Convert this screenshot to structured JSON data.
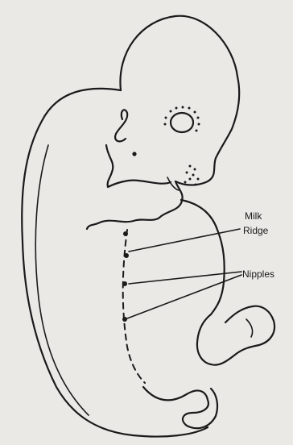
{
  "labels": {
    "milk_line1": "Milk",
    "milk_line2": "Ridge",
    "nipples": "Nipples"
  }
}
